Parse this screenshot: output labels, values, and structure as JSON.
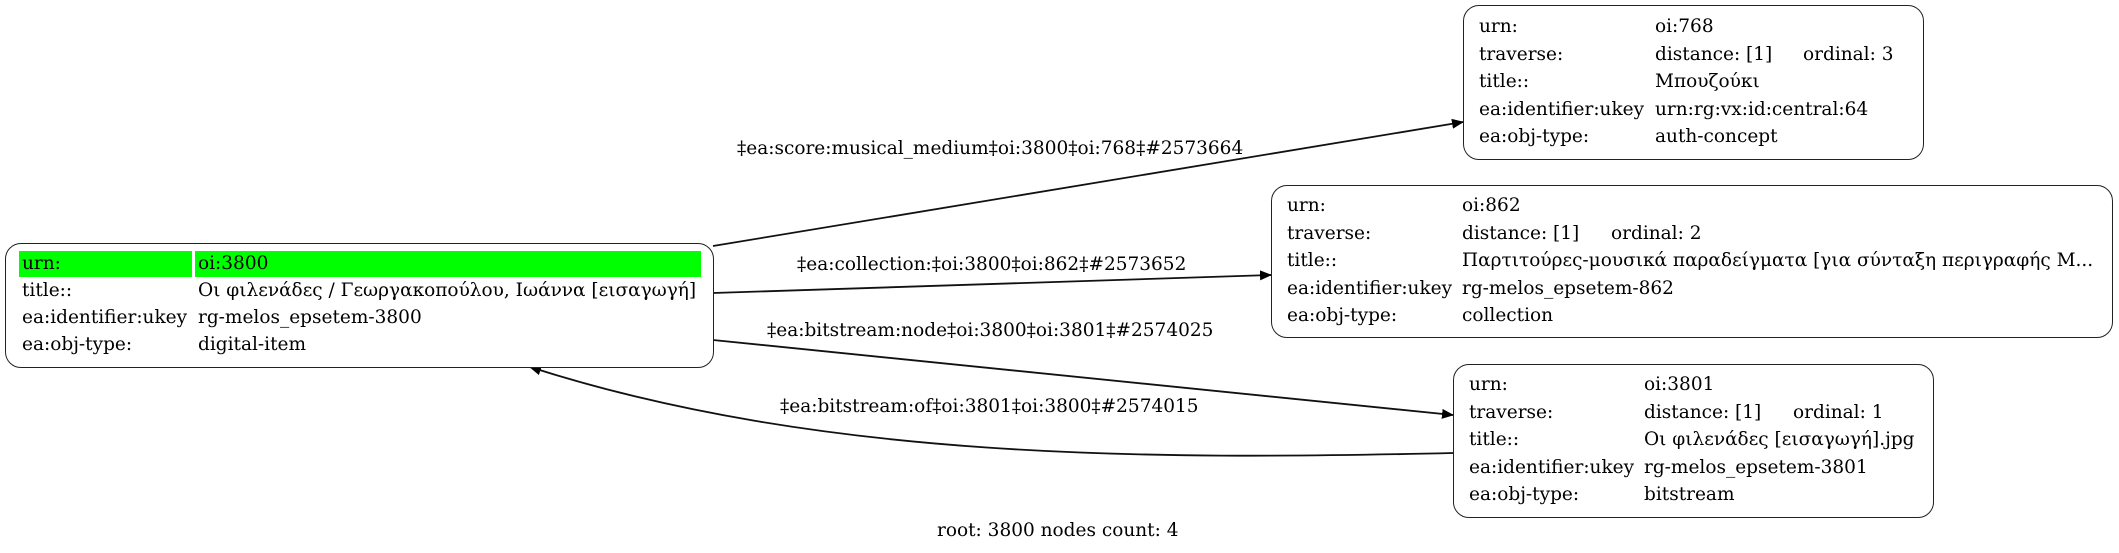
{
  "graph": {
    "nodes": {
      "root": {
        "rows": [
          {
            "label": "urn:",
            "value": "oi:3800"
          },
          {
            "label": "title::",
            "value": "Οι φιλενάδες / Γεωργακοπούλου, Ιωάννα [εισαγωγή]"
          },
          {
            "label": "ea:identifier:ukey",
            "value": "rg-melos_epsetem-3800"
          },
          {
            "label": "ea:obj-type:",
            "value": "digital-item"
          }
        ],
        "highlight_color": "#00ff00"
      },
      "n768": {
        "urn": {
          "label": "urn:",
          "value": "oi:768"
        },
        "traverse": {
          "label": "traverse:",
          "distance": "distance: [1]",
          "ordinal": "ordinal: 3"
        },
        "title": {
          "label": "title::",
          "value": "Μπουζούκι"
        },
        "ukey": {
          "label": "ea:identifier:ukey",
          "value": "urn:rg:vx:id:central:64"
        },
        "type": {
          "label": "ea:obj-type:",
          "value": "auth-concept"
        }
      },
      "n862": {
        "urn": {
          "label": "urn:",
          "value": "oi:862"
        },
        "traverse": {
          "label": "traverse:",
          "distance": "distance: [1]",
          "ordinal": "ordinal: 2"
        },
        "title": {
          "label": "title::",
          "value": "Παρτιτούρες-μουσικά παραδείγματα [για σύνταξη περιγραφής Μ..."
        },
        "ukey": {
          "label": "ea:identifier:ukey",
          "value": "rg-melos_epsetem-862"
        },
        "type": {
          "label": "ea:obj-type:",
          "value": "collection"
        }
      },
      "n3801": {
        "urn": {
          "label": "urn:",
          "value": "oi:3801"
        },
        "traverse": {
          "label": "traverse:",
          "distance": "distance: [1]",
          "ordinal": "ordinal: 1"
        },
        "title": {
          "label": "title::",
          "value": "Οι φιλενάδες [εισαγωγή].jpg"
        },
        "ukey": {
          "label": "ea:identifier:ukey",
          "value": "rg-melos_epsetem-3801"
        },
        "type": {
          "label": "ea:obj-type:",
          "value": "bitstream"
        }
      }
    },
    "edges": [
      {
        "label": "‡ea:score:musical_medium‡oi:3800‡oi:768‡#2573664",
        "from": "oi:3800",
        "to": "oi:768"
      },
      {
        "label": "‡ea:collection:‡oi:3800‡oi:862‡#2573652",
        "from": "oi:3800",
        "to": "oi:862"
      },
      {
        "label": "‡ea:bitstream:node‡oi:3800‡oi:3801‡#2574025",
        "from": "oi:3800",
        "to": "oi:3801"
      },
      {
        "label": "‡ea:bitstream:of‡oi:3801‡oi:3800‡#2574015",
        "from": "oi:3801",
        "to": "oi:3800"
      }
    ],
    "footer": "root: 3800 nodes count: 4"
  }
}
